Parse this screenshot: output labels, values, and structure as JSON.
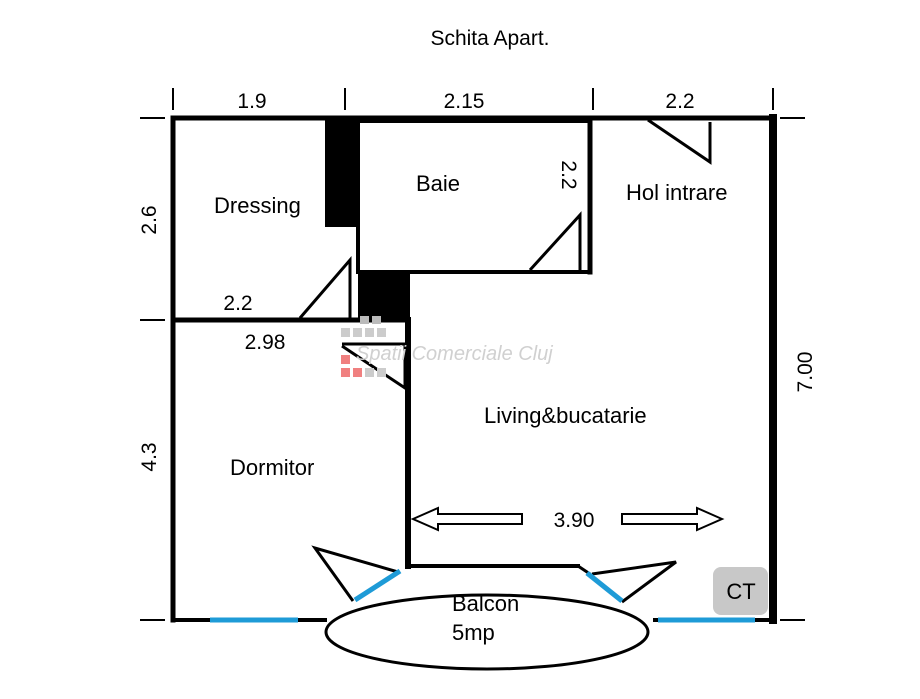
{
  "title": "Schita Apart.",
  "rooms": {
    "dressing": "Dressing",
    "baie": "Baie",
    "hol": "Hol intrare",
    "living": "Living&bucatarie",
    "dormitor": "Dormitor",
    "balcon_line1": "Balcon",
    "balcon_line2": "5mp",
    "ct": "CT"
  },
  "dimensions": {
    "top_1": "1.9",
    "top_2": "2.15",
    "top_3": "2.2",
    "left_top": "2.6",
    "left_bottom": "4.3",
    "right": "7.00",
    "baie_side": "2.2",
    "dressing_width": "2.2",
    "dormitor_width": "2.98",
    "living_width": "3.90"
  },
  "watermark": "Spatii Comerciale Cluj",
  "colors": {
    "wall": "#000000",
    "window": "#1e9bd7",
    "ct_box": "#c8c8c8",
    "watermark_red": "#f08080"
  }
}
